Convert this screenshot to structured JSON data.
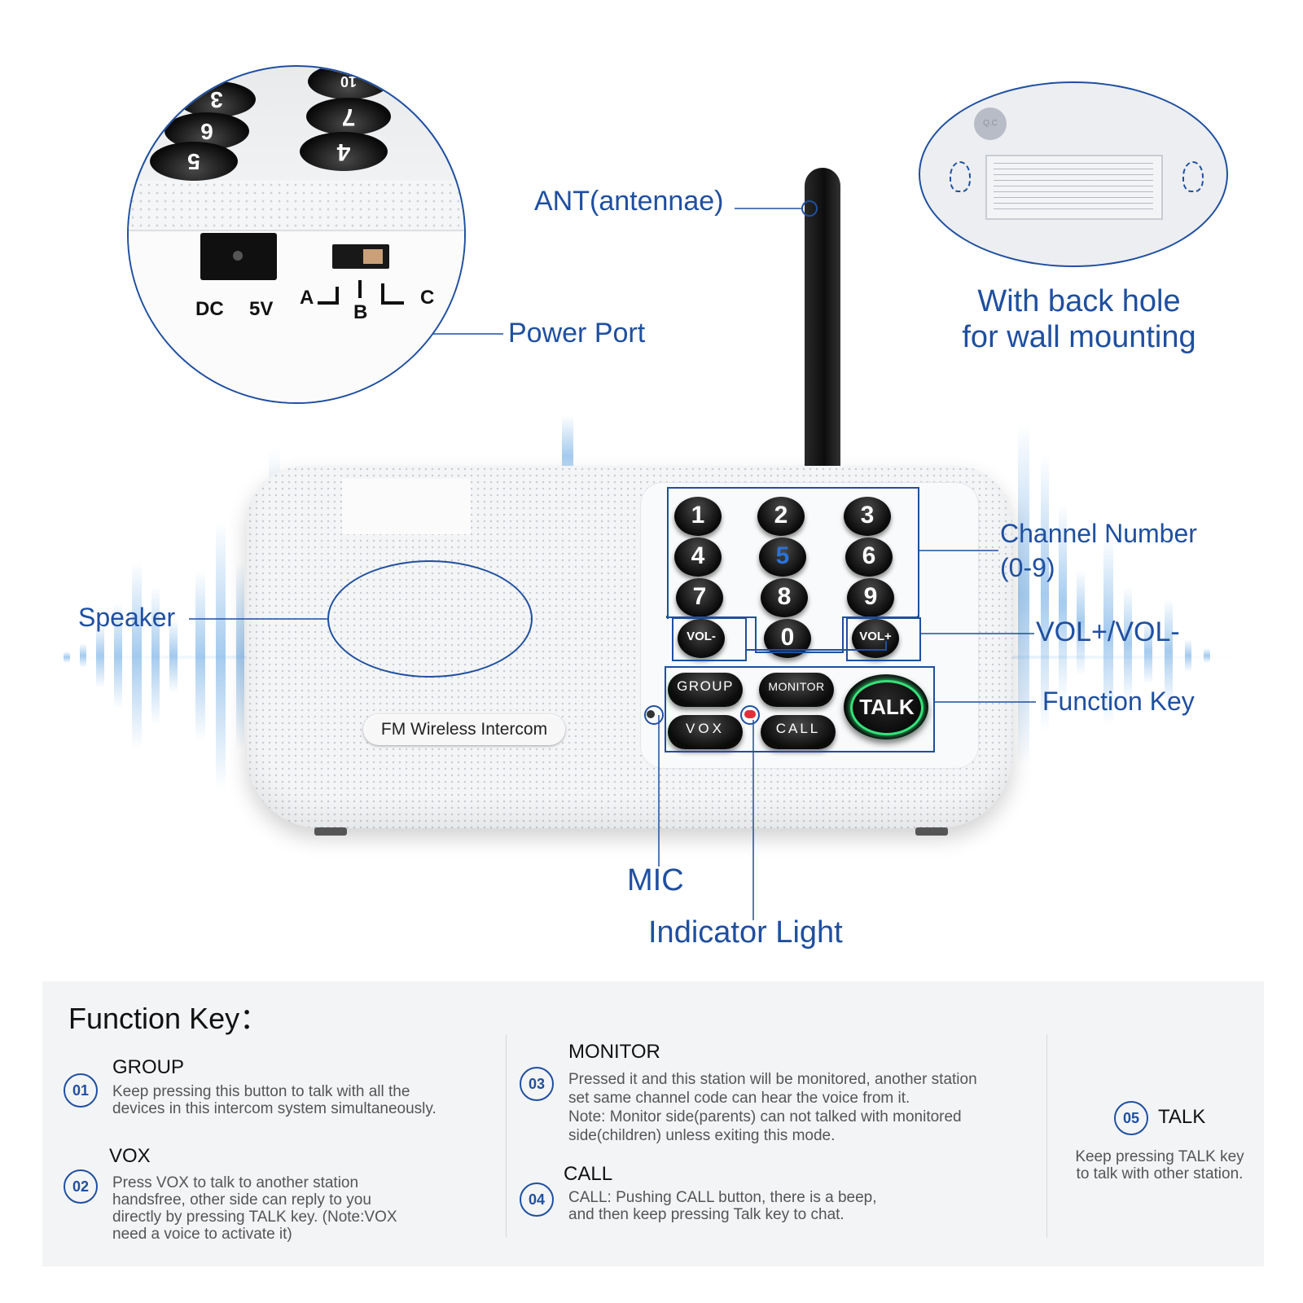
{
  "callouts": {
    "ant": "ANT(antennae)",
    "power_port": "Power Port",
    "back_hole": "With back hole\nfor wall mounting",
    "channel_number": "Channel Number\n(0-9)",
    "vol": "VOL+/VOL-",
    "function_key": "Function Key",
    "speaker": "Speaker",
    "mic": "MIC",
    "indicator": "Indicator Light"
  },
  "device": {
    "label": "FM Wireless Intercom",
    "keys": [
      "1",
      "2",
      "3",
      "4",
      "5",
      "6",
      "7",
      "8",
      "9",
      "0"
    ],
    "highlight_key": "5",
    "vol_minus": "VOL-",
    "vol_plus": "VOL+",
    "group": "GROUP",
    "monitor": "MONITOR",
    "vox": "VOX",
    "call": "CALL",
    "talk": "TALK"
  },
  "port_zoom": {
    "dc": "DC",
    "v5": "5V",
    "a": "A",
    "b": "B",
    "c": "C",
    "keys": [
      "10",
      "7",
      "4",
      "3",
      "6",
      "5"
    ]
  },
  "back_zoom": {
    "qc": "Q.C"
  },
  "function_key": {
    "title": "Function Key：",
    "items": [
      {
        "num": "01",
        "name": "GROUP",
        "desc": "Keep pressing this button to talk with all the\ndevices in this intercom system simultaneously."
      },
      {
        "num": "02",
        "name": "VOX",
        "desc": "Press VOX to talk to another station\nhandsfree, other side can reply to you\ndirectly by pressing TALK key. (Note:VOX\nneed a voice to activate it)"
      },
      {
        "num": "03",
        "name": "MONITOR",
        "desc": "Pressed it and this station will be monitored, another station\nset same channel code can hear the voice from it.\nNote: Monitor side(parents) can not talked with monitored\nside(children) unless exiting this mode."
      },
      {
        "num": "04",
        "name": "CALL",
        "desc": "CALL: Pushing CALL button, there is a beep,\nand then keep pressing Talk key to chat."
      },
      {
        "num": "05",
        "name": "TALK",
        "desc": "Keep pressing TALK key\nto talk with other station."
      }
    ]
  },
  "colors": {
    "accent_blue": "#1f4fa0",
    "talk_green": "#35e27a",
    "indicator_red": "#e0303a"
  }
}
